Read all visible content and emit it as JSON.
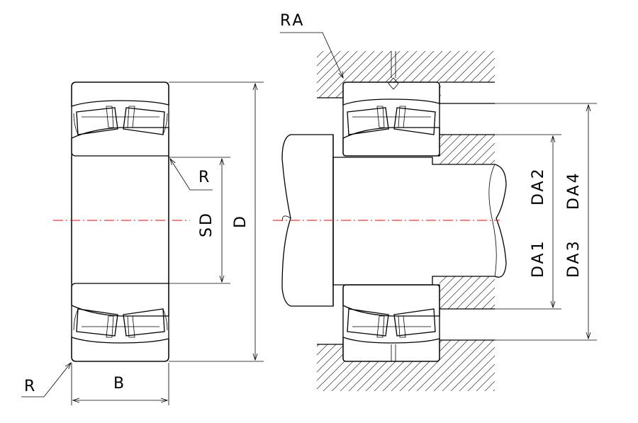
{
  "labels": {
    "r_inner": "R",
    "r_outer": "R",
    "b": "B",
    "sd": "SD",
    "d": "D",
    "ra": "RA",
    "da1": "DA1",
    "da2": "DA2",
    "da3": "DA3",
    "da4": "DA4"
  },
  "colors": {
    "lines": "#000000",
    "centerline": "#ff0000",
    "background": "#ffffff"
  }
}
